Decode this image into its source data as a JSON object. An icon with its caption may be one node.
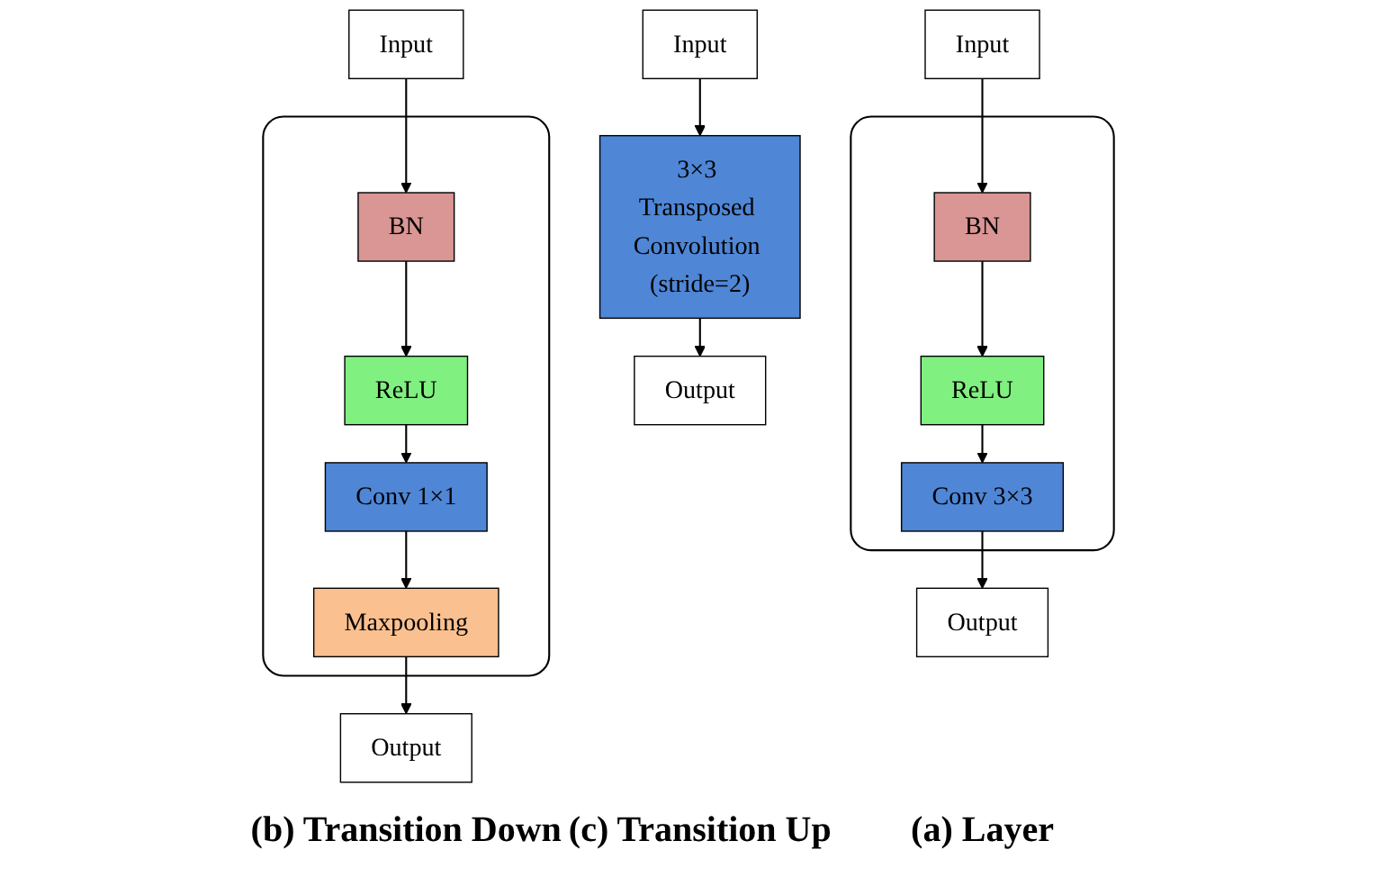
{
  "diagram": {
    "nodes": [
      {
        "text": [
          "Input"
        ]
      },
      {
        "text": [],
        "shape": "box"
      },
      {
        "text": [
          "BN"
        ],
        "in": 1
      },
      {
        "text": [
          "ReLU"
        ],
        "in": 1
      },
      {
        "text": [
          "Conv 3×3"
        ],
        "in": 1
      },
      {
        "text": [
          "Output"
        ]
      },
      {
        "text": [
          "Input"
        ]
      },
      {
        "text": [],
        "shape": "box"
      },
      {
        "text": [
          "BN"
        ],
        "in": 7
      },
      {
        "text": [
          "ReLU"
        ],
        "in": 7
      },
      {
        "text": [
          "Conv 1×1"
        ],
        "in": 7
      },
      {
        "text": [
          "Maxpooling"
        ],
        "in": 7
      },
      {
        "text": [
          "Output"
        ]
      },
      {
        "text": [
          "Input"
        ]
      },
      {
        "text": [
          "3×3 Transposed Convolution (stride=2)"
        ]
      },
      {
        "text": [
          "Output"
        ]
      }
    ],
    "edges": [
      {
        "from": 0,
        "to": 2,
        "arrow": "to"
      },
      {
        "from": 2,
        "to": 3,
        "arrow": "to"
      },
      {
        "from": 3,
        "to": 4,
        "arrow": "to"
      },
      {
        "from": 4,
        "to": 5,
        "arrow": "to"
      },
      {
        "from": 6,
        "to": 8,
        "arrow": "to"
      },
      {
        "from": 8,
        "to": 9,
        "arrow": "to"
      },
      {
        "from": 9,
        "to": 10,
        "arrow": "to"
      },
      {
        "from": 10,
        "to": 11,
        "arrow": "to"
      },
      {
        "from": 11,
        "to": 12,
        "arrow": "to"
      },
      {
        "from": 13,
        "to": 14,
        "arrow": "to"
      },
      {
        "from": 14,
        "to": 15,
        "arrow": "to"
      }
    ],
    "labels": [
      "(a) Layer",
      "(b) Transition Down",
      "(c) Transition Up"
    ]
  }
}
